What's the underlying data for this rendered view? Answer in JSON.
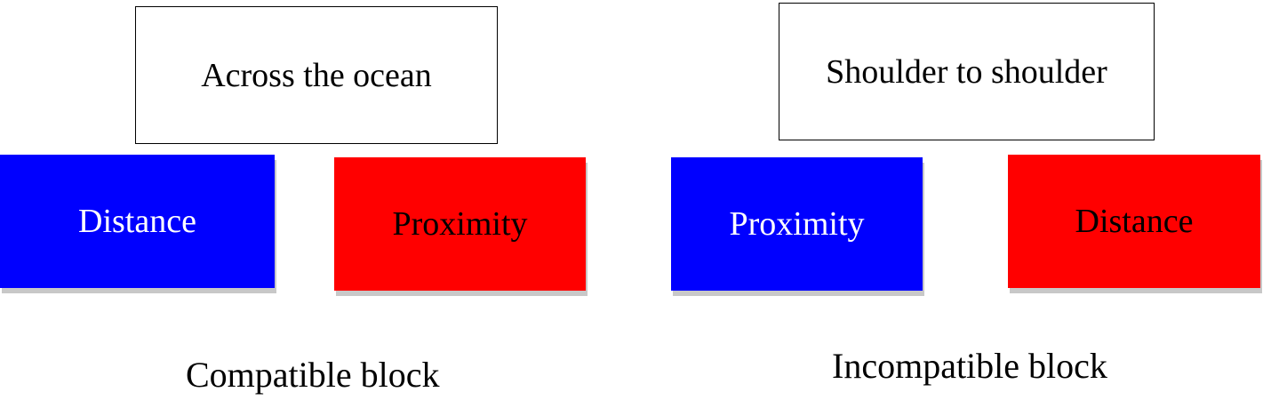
{
  "colors": {
    "left_key": "#0000FF",
    "right_key": "#FF0000",
    "left_text": "#FFFFFF",
    "right_text": "#000000"
  },
  "compatible": {
    "word": "Across the ocean",
    "left_category": "Distance",
    "right_category": "Proximity",
    "caption": "Compatible block"
  },
  "incompatible": {
    "word": "Shoulder to shoulder",
    "left_category": "Proximity",
    "right_category": "Distance",
    "caption": "Incompatible block"
  }
}
